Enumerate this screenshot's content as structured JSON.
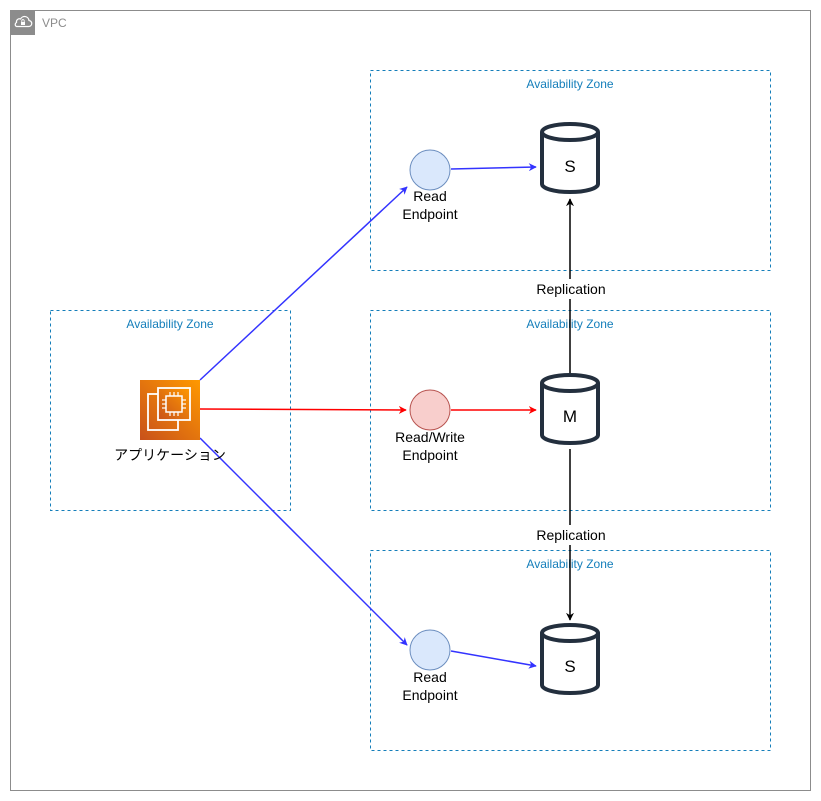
{
  "vpc": {
    "label": "VPC"
  },
  "zones": {
    "app": "Availability Zone",
    "top": "Availability Zone",
    "middle": "Availability Zone",
    "bottom": "Availability Zone"
  },
  "application": {
    "label": "アプリケーション",
    "icon": "ec2-instance-icon"
  },
  "endpoints": {
    "read_top": [
      "Read",
      "Endpoint"
    ],
    "read_write": [
      "Read/Write",
      "Endpoint"
    ],
    "read_bottom": [
      "Read",
      "Endpoint"
    ]
  },
  "databases": {
    "top": "S",
    "master": "M",
    "bottom": "S"
  },
  "replication": {
    "upper": "Replication",
    "lower": "Replication"
  },
  "colors": {
    "vpc_border": "#8c8c8c",
    "zone_border": "#147eba",
    "zone_text": "#147eba",
    "read_endpoint_fill": "#dae8fc",
    "read_endpoint_stroke": "#6c8ebf",
    "rw_endpoint_fill": "#f8cecc",
    "rw_endpoint_stroke": "#b85450",
    "read_arrow": "#3333ff",
    "write_arrow": "#ff0000",
    "replication_arrow": "#000000",
    "ec2_orange": "#ed7100"
  }
}
